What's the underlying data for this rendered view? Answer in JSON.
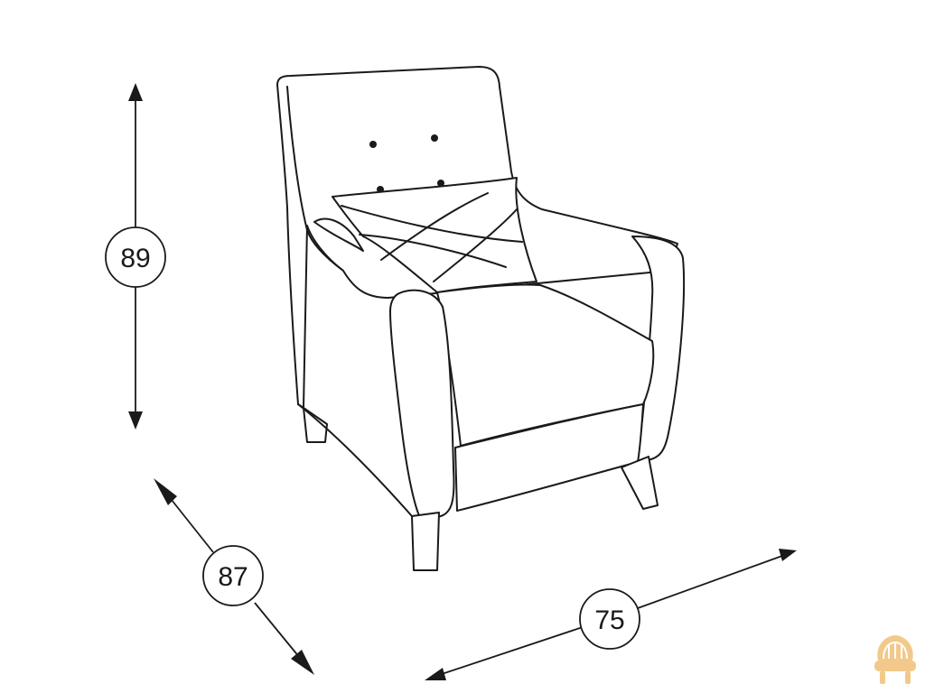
{
  "dimensions": {
    "height": "89",
    "depth": "87",
    "width": "75"
  },
  "colors": {
    "line": "#1a1a1a",
    "background": "#ffffff",
    "logo": "#f2c98a"
  },
  "icons": {
    "logo": "armchair-logo-icon"
  }
}
